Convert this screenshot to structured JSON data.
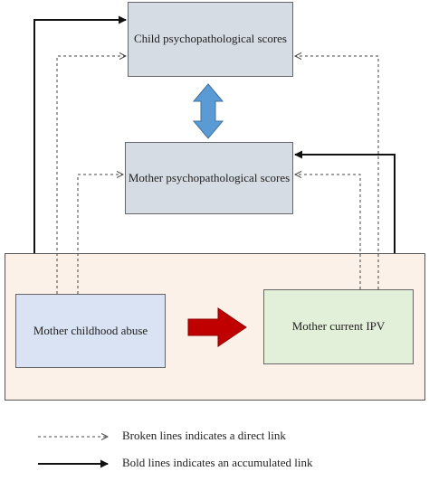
{
  "nodes": {
    "child_scores": "Child psychopathological scores",
    "mother_scores": "Mother psychopathological scores",
    "childhood_abuse": "Mother childhood abuse",
    "current_ipv": "Mother current IPV"
  },
  "legend": {
    "direct": "Broken lines indicates a direct link",
    "accumulated": "Bold lines indicates an accumulated link"
  },
  "colors": {
    "bidirectional_arrow": "#5b9bd5",
    "causal_arrow": "#c00000",
    "panel_background": "#fcf1e8",
    "score_box": "#d6dce4",
    "abuse_box": "#dae3f3",
    "ipv_box": "#e2efd9"
  }
}
